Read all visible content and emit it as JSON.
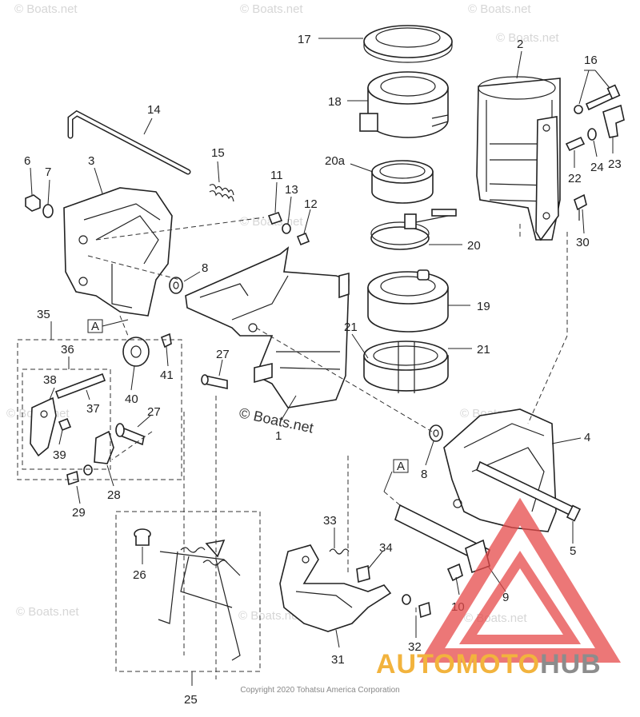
{
  "watermark": "© Boats.net",
  "center_watermark": "© Boats.net",
  "copyright": "Copyright 2020 Tohatsu America Corporation",
  "logo": {
    "part1": "AUTOMOTO",
    "part2": "HUB",
    "color1": "#f2b33d",
    "color2": "#8c8c8c",
    "triangle_color": "#e64a4a"
  },
  "callouts": {
    "c1": "1",
    "c2": "2",
    "c3": "3",
    "c4": "4",
    "c5": "5",
    "c6": "6",
    "c7": "7",
    "c8a": "8",
    "c8b": "8",
    "c9": "9",
    "c10": "10",
    "c11": "11",
    "c12": "12",
    "c13": "13",
    "c14": "14",
    "c15": "15",
    "c16": "16",
    "c17": "17",
    "c18": "18",
    "c19": "19",
    "c20": "20",
    "c20a": "20a",
    "c21a": "21",
    "c21b": "21",
    "c22": "22",
    "c23": "23",
    "c24": "24",
    "c25": "25",
    "c26": "26",
    "c27a": "27",
    "c27b": "27",
    "c28": "28",
    "c29": "29",
    "c30": "30",
    "c31": "31",
    "c32": "32",
    "c33": "33",
    "c34": "34",
    "c35": "35",
    "c36": "36",
    "c37": "37",
    "c38": "38",
    "c39": "39",
    "c40": "40",
    "c41": "41",
    "refA1": "A",
    "refA2": "A"
  }
}
